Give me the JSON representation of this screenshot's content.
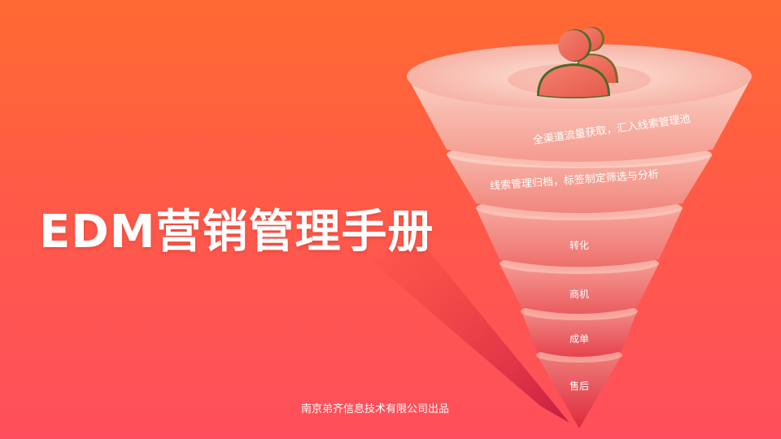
{
  "title": "EDM营销管理手册",
  "footer": "南京弟齐信息技术有限公司出品",
  "funnel": {
    "levels": [
      "全渠道流量获取，汇入线索管理池",
      "线索管理归档，标签制定筛选与分析",
      "转化",
      "商机",
      "成单",
      "售后"
    ],
    "top_icon": "user-group-icon"
  },
  "colors": {
    "bg_top": "#ff6a32",
    "bg_bottom": "#ff4f5c",
    "funnel_light": "#f9c6b8",
    "funnel_dark": "#e4283a"
  }
}
